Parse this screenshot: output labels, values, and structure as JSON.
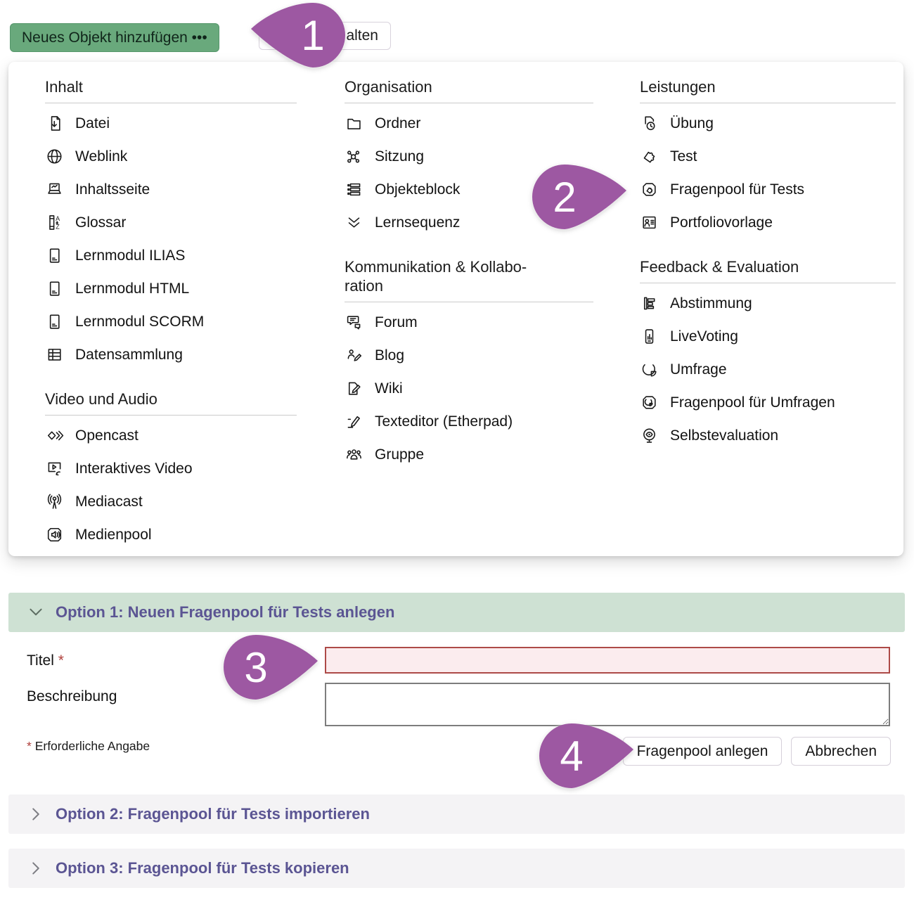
{
  "toolbar": {
    "add_object_button": "Neues Objekt hinzufügen •••",
    "partial_button_text": "alten"
  },
  "menu": {
    "columns": [
      {
        "sections": [
          {
            "title": "Inhalt",
            "items": [
              {
                "icon": "file-download-icon",
                "label": "Datei"
              },
              {
                "icon": "globe-icon",
                "label": "Weblink"
              },
              {
                "icon": "content-page-icon",
                "label": "Inhaltsseite"
              },
              {
                "icon": "glossary-icon",
                "label": "Glossar"
              },
              {
                "icon": "learning-module-icon",
                "label": "Lernmodul ILIAS"
              },
              {
                "icon": "learning-module-icon",
                "label": "Lernmodul HTML"
              },
              {
                "icon": "learning-module-icon",
                "label": "Lernmodul SCORM"
              },
              {
                "icon": "data-table-icon",
                "label": "Datensammlung"
              }
            ]
          },
          {
            "title": "Video und Audio",
            "items": [
              {
                "icon": "opencast-icon",
                "label": "Opencast"
              },
              {
                "icon": "interactive-video-icon",
                "label": "Interaktives Video"
              },
              {
                "icon": "mediacast-icon",
                "label": "Mediacast"
              },
              {
                "icon": "media-pool-icon",
                "label": "Medienpool"
              }
            ]
          }
        ]
      },
      {
        "sections": [
          {
            "title": "Organisation",
            "items": [
              {
                "icon": "folder-icon",
                "label": "Ordner"
              },
              {
                "icon": "session-icon",
                "label": "Sitzung"
              },
              {
                "icon": "item-group-icon",
                "label": "Objekteblock"
              },
              {
                "icon": "learning-sequence-icon",
                "label": "Lernsequenz"
              }
            ]
          },
          {
            "title": "Kommunikation & Kollabo­ration",
            "items": [
              {
                "icon": "forum-icon",
                "label": "Forum"
              },
              {
                "icon": "blog-icon",
                "label": "Blog"
              },
              {
                "icon": "wiki-icon",
                "label": "Wiki"
              },
              {
                "icon": "text-editor-icon",
                "label": "Texteditor (Etherpad)"
              },
              {
                "icon": "group-icon",
                "label": "Gruppe"
              }
            ]
          }
        ]
      },
      {
        "sections": [
          {
            "title": "Leistungen",
            "items": [
              {
                "icon": "exercise-icon",
                "label": "Übung"
              },
              {
                "icon": "puzzle-icon",
                "label": "Test"
              },
              {
                "icon": "question-pool-test-icon",
                "label": "Fragenpool für Tests"
              },
              {
                "icon": "portfolio-template-icon",
                "label": "Portfoliovorlage"
              }
            ]
          },
          {
            "title": "Feedback & Evaluation",
            "items": [
              {
                "icon": "poll-icon",
                "label": "Abstimmung"
              },
              {
                "icon": "live-voting-icon",
                "label": "LiveVoting"
              },
              {
                "icon": "survey-pie-icon",
                "label": "Umfrage"
              },
              {
                "icon": "question-pool-survey-icon",
                "label": "Fragenpool für Umfragen"
              },
              {
                "icon": "self-evaluation-icon",
                "label": "Selbstevaluation"
              }
            ]
          }
        ]
      }
    ]
  },
  "form": {
    "option1_title": "Option 1: Neuen Fragenpool für Tests anlegen",
    "title_label": "Titel",
    "required_marker": "*",
    "title_value": "",
    "description_label": "Beschreibung",
    "description_value": "",
    "required_note": "Erforderliche Angabe",
    "submit_label": "Fragenpool anlegen",
    "cancel_label": "Abbrechen"
  },
  "accordions": {
    "option2_title": "Option 2: Fragenpool für Tests importieren",
    "option3_title": "Option 3: Fragenpool für Tests kopieren"
  },
  "callouts": [
    "1",
    "2",
    "3",
    "4"
  ],
  "colors": {
    "primary_button_green": "#69a97c",
    "open_accordion_green": "#cee1d3",
    "accordion_text_purple": "#5b5593",
    "callout_purple": "#9d58a2",
    "error_red": "#ad4a47",
    "error_bg": "#fbecee"
  }
}
